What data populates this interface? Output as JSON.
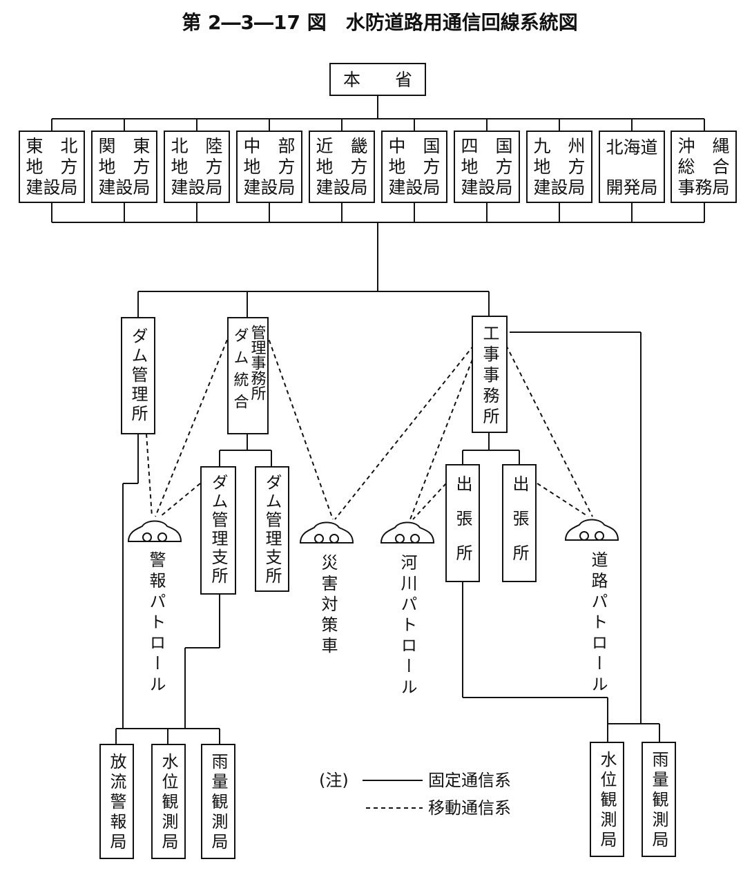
{
  "title": "第 2―3―17 図　水防道路用通信回線系統図",
  "headquarters": "本　　省",
  "regional_bureaus": [
    {
      "id": "tohoku",
      "lines": [
        "東　北",
        "地　方",
        "建設局"
      ]
    },
    {
      "id": "kanto",
      "lines": [
        "関　東",
        "地　方",
        "建設局"
      ]
    },
    {
      "id": "hokuriku",
      "lines": [
        "北　陸",
        "地　方",
        "建設局"
      ]
    },
    {
      "id": "chubu",
      "lines": [
        "中　部",
        "地　方",
        "建設局"
      ]
    },
    {
      "id": "kinki",
      "lines": [
        "近　畿",
        "地　方",
        "建設局"
      ]
    },
    {
      "id": "chugoku",
      "lines": [
        "中　国",
        "地　方",
        "建設局"
      ]
    },
    {
      "id": "shikoku",
      "lines": [
        "四　国",
        "地　方",
        "建設局"
      ]
    },
    {
      "id": "kyushu",
      "lines": [
        "九　州",
        "地　方",
        "建設局"
      ]
    },
    {
      "id": "hokkaido",
      "lines": [
        "北海道",
        "",
        "開発局"
      ]
    },
    {
      "id": "okinawa",
      "lines": [
        "沖　縄",
        "総　合",
        "事務局"
      ]
    }
  ],
  "offices": {
    "dam_office": "ダム管理所",
    "dam_integrated_office_col1": "管理事務所",
    "dam_integrated_office_col2": "ダム統合",
    "construction_office": "工事事務所",
    "dam_branch_1": "ダム管理支所",
    "dam_branch_2": "ダム管理支所",
    "branch_office_1": "出張所",
    "branch_office_2": "出張所"
  },
  "vehicles": {
    "alarm_patrol": "警報パトロール",
    "disaster_vehicle": "災害対策車",
    "river_patrol": "河川パトロール",
    "road_patrol": "道路パトロール"
  },
  "stations": {
    "discharge_alarm": "放流警報局",
    "water_level_1": "水位観測局",
    "rainfall_1": "雨量観測局",
    "water_level_2": "水位観測局",
    "rainfall_2": "雨量観測局"
  },
  "legend": {
    "note": "(注)",
    "fixed": "固定通信系",
    "mobile": "移動通信系"
  },
  "icons": {
    "vehicle": "car-icon"
  }
}
